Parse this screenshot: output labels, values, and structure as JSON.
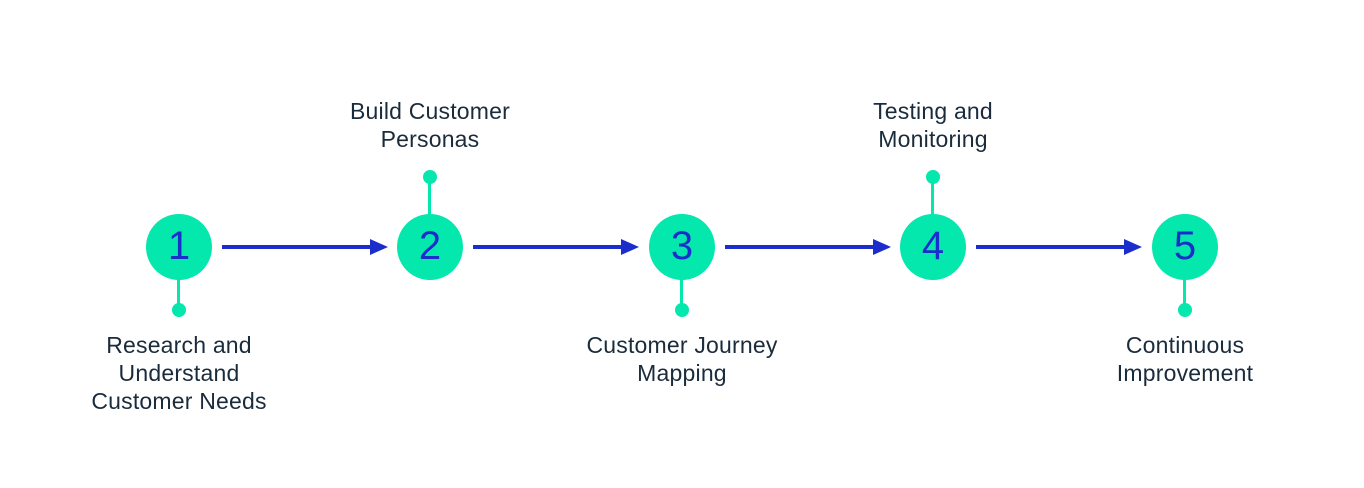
{
  "diagram": {
    "type": "horizontal-process-flow",
    "step_count": 5,
    "colors": {
      "accent_green": "#04E7AD",
      "arrow_blue": "#1B2ECC",
      "text_navy": "#1A2B3C",
      "background": "#FFFFFF"
    },
    "steps": [
      {
        "number": "1",
        "label": "Research and\nUnderstand\nCustomer Needs",
        "label_position": "below"
      },
      {
        "number": "2",
        "label": "Build Customer\nPersonas",
        "label_position": "above"
      },
      {
        "number": "3",
        "label": "Customer Journey\nMapping",
        "label_position": "below"
      },
      {
        "number": "4",
        "label": "Testing and\nMonitoring",
        "label_position": "above"
      },
      {
        "number": "5",
        "label": "Continuous\nImprovement",
        "label_position": "below"
      }
    ],
    "arrows": {
      "count": 4,
      "direction": "right"
    }
  }
}
